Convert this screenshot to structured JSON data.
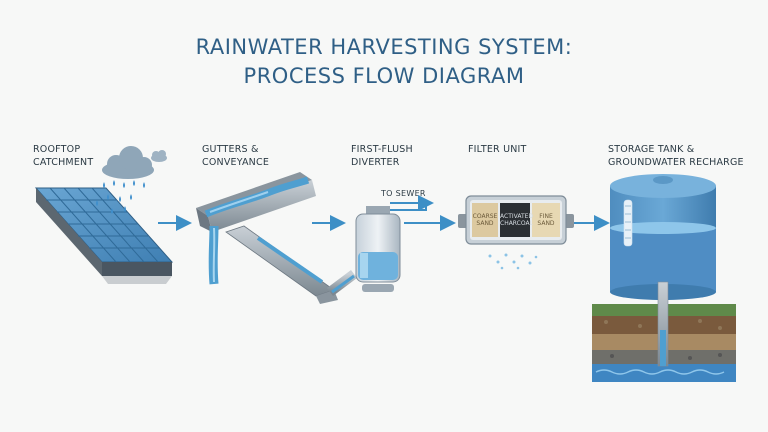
{
  "title": {
    "line1": "RAINWATER HARVESTING SYSTEM:",
    "line2": "PROCESS FLOW DIAGRAM"
  },
  "stages": [
    {
      "label_line1": "ROOFTOP",
      "label_line2": "CATCHMENT"
    },
    {
      "label_line1": "GUTTERS &",
      "label_line2": "CONVEYANCE"
    },
    {
      "label_line1": "FIRST-FLUSH",
      "label_line2": "DIVERTER"
    },
    {
      "label_line1": "FILTER UNIT",
      "label_line2": ""
    },
    {
      "label_line1": "STORAGE TANK &",
      "label_line2": "GROUNDWATER RECHARGE"
    }
  ],
  "diverter_outlet_label": "TO SEWER",
  "filter_media": [
    {
      "line1": "COARSE",
      "line2": "SAND"
    },
    {
      "line1": "ACTIVATED",
      "line2": "CHARCOAL"
    },
    {
      "line1": "FINE",
      "line2": "SAND"
    }
  ],
  "colors": {
    "title": "#2f5f86",
    "water": "#4f9fd0",
    "arrow": "#3d8fc6",
    "tank": "#5b98c6"
  }
}
